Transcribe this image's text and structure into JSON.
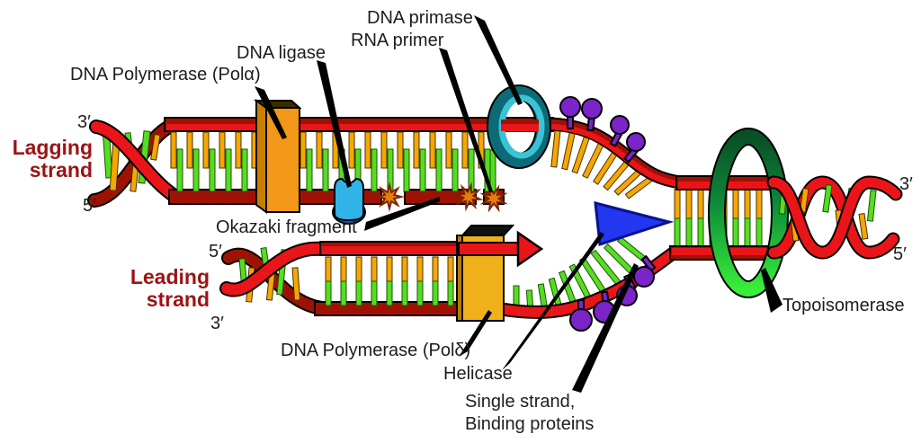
{
  "labels": {
    "dna_primase": "DNA primase",
    "rna_primer": "RNA primer",
    "dna_ligase": "DNA ligase",
    "pol_alpha": "DNA Polymerase (Polα)",
    "okazaki": "Okazaki fragment",
    "pol_delta": "DNA Polymerase (Polδ)",
    "helicase": "Helicase",
    "ssb_line1": "Single strand,",
    "ssb_line2": "Binding proteins",
    "topoisomerase": "Topoisomerase",
    "lagging_line1": "Lagging",
    "lagging_line2": "strand",
    "leading_line1": "Leading",
    "leading_line2": "strand"
  },
  "primes": {
    "lagging_3": "3′",
    "lagging_5": "5′",
    "leading_5": "5′",
    "leading_3": "3′",
    "right_3": "3′",
    "right_5": "5′"
  },
  "colors": {
    "ink": "#1d1d1b",
    "label_red": "#9c1414",
    "strand_red": "#ea1519",
    "strand_dark": "#9e1206",
    "base_orange": "#f6a700",
    "base_green": "#55dd22",
    "enzyme_orange": "#f29718",
    "enzyme_yellow": "#f0b019",
    "ligase_blue": "#30b4e8",
    "ligase_dark": "#1656b0",
    "primase_dark": "#0d6b78",
    "primase_light": "#3ac3d4",
    "ssb_purple": "#7b24c9",
    "helicase_blue": "#2336f0",
    "topo_dark": "#0a4f26",
    "topo_mid": "#0e8c3a",
    "topo_light": "#39ef39",
    "primer_orange": "#e87d0a"
  }
}
